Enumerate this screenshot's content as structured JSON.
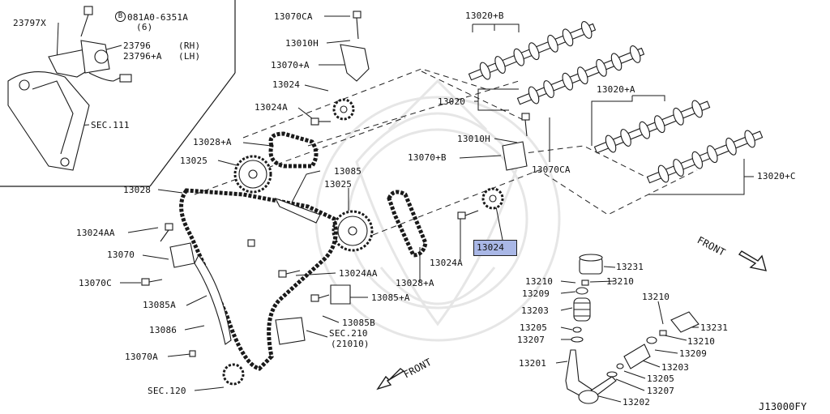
{
  "labels": {
    "l23797x": "23797X",
    "bolt_ref": "081A0-6351A",
    "bolt_qty": "(6)",
    "bolt_circle": "B",
    "l23796": "23796",
    "l23796_rh": "(RH)",
    "l23796a": "23796+A",
    "l23796a_lh": "(LH)",
    "sec111": "SEC.111",
    "l13070ca_top": "13070CA",
    "l13010h_top": "13010H",
    "l13070a_top": "13070+A",
    "l13024_top": "13024",
    "l13024a_top": "13024A",
    "l13020b": "13020+B",
    "l13020": "13020",
    "l13020a": "13020+A",
    "l13020c": "13020+C",
    "l13010h_mid": "13010H",
    "l13070b": "13070+B",
    "l13070ca_mid": "13070CA",
    "l13028a_top": "13028+A",
    "l13025_left": "13025",
    "l13085": "13085",
    "l13025_mid": "13025",
    "l13028": "13028",
    "l13024aa_left": "13024AA",
    "l13070": "13070",
    "l13070c": "13070C",
    "l13085a": "13085A",
    "l13086": "13086",
    "l13070a_bot": "13070A",
    "sec120": "SEC.120",
    "l13024aa_mid": "13024AA",
    "l13085a_plus": "13085+A",
    "l13085b": "13085B",
    "sec210": "SEC.210",
    "sec210_sub": "(21010)",
    "l13028a_mid": "13028+A",
    "l13024a_mid": "13024A",
    "l13024_hl": "13024",
    "l13231_top": "13231",
    "l13210_a": "13210",
    "l13210_b": "13210",
    "l13209_a": "13209",
    "l13203_a": "13203",
    "l13205_a": "13205",
    "l13207_a": "13207",
    "l13201": "13201",
    "l13210_c": "13210",
    "l13231_r": "13231",
    "l13210_d": "13210",
    "l13209_b": "13209",
    "l13203_b": "13203",
    "l13205_b": "13205",
    "l13207_b": "13207",
    "l13202": "13202",
    "front_right": "FRONT",
    "front_left": "FRONT",
    "diagram_id": "J13000FY"
  },
  "colors": {
    "line": "#1a1a1a",
    "highlight": "#a9b7e6",
    "watermark": "#e8e8e8"
  }
}
